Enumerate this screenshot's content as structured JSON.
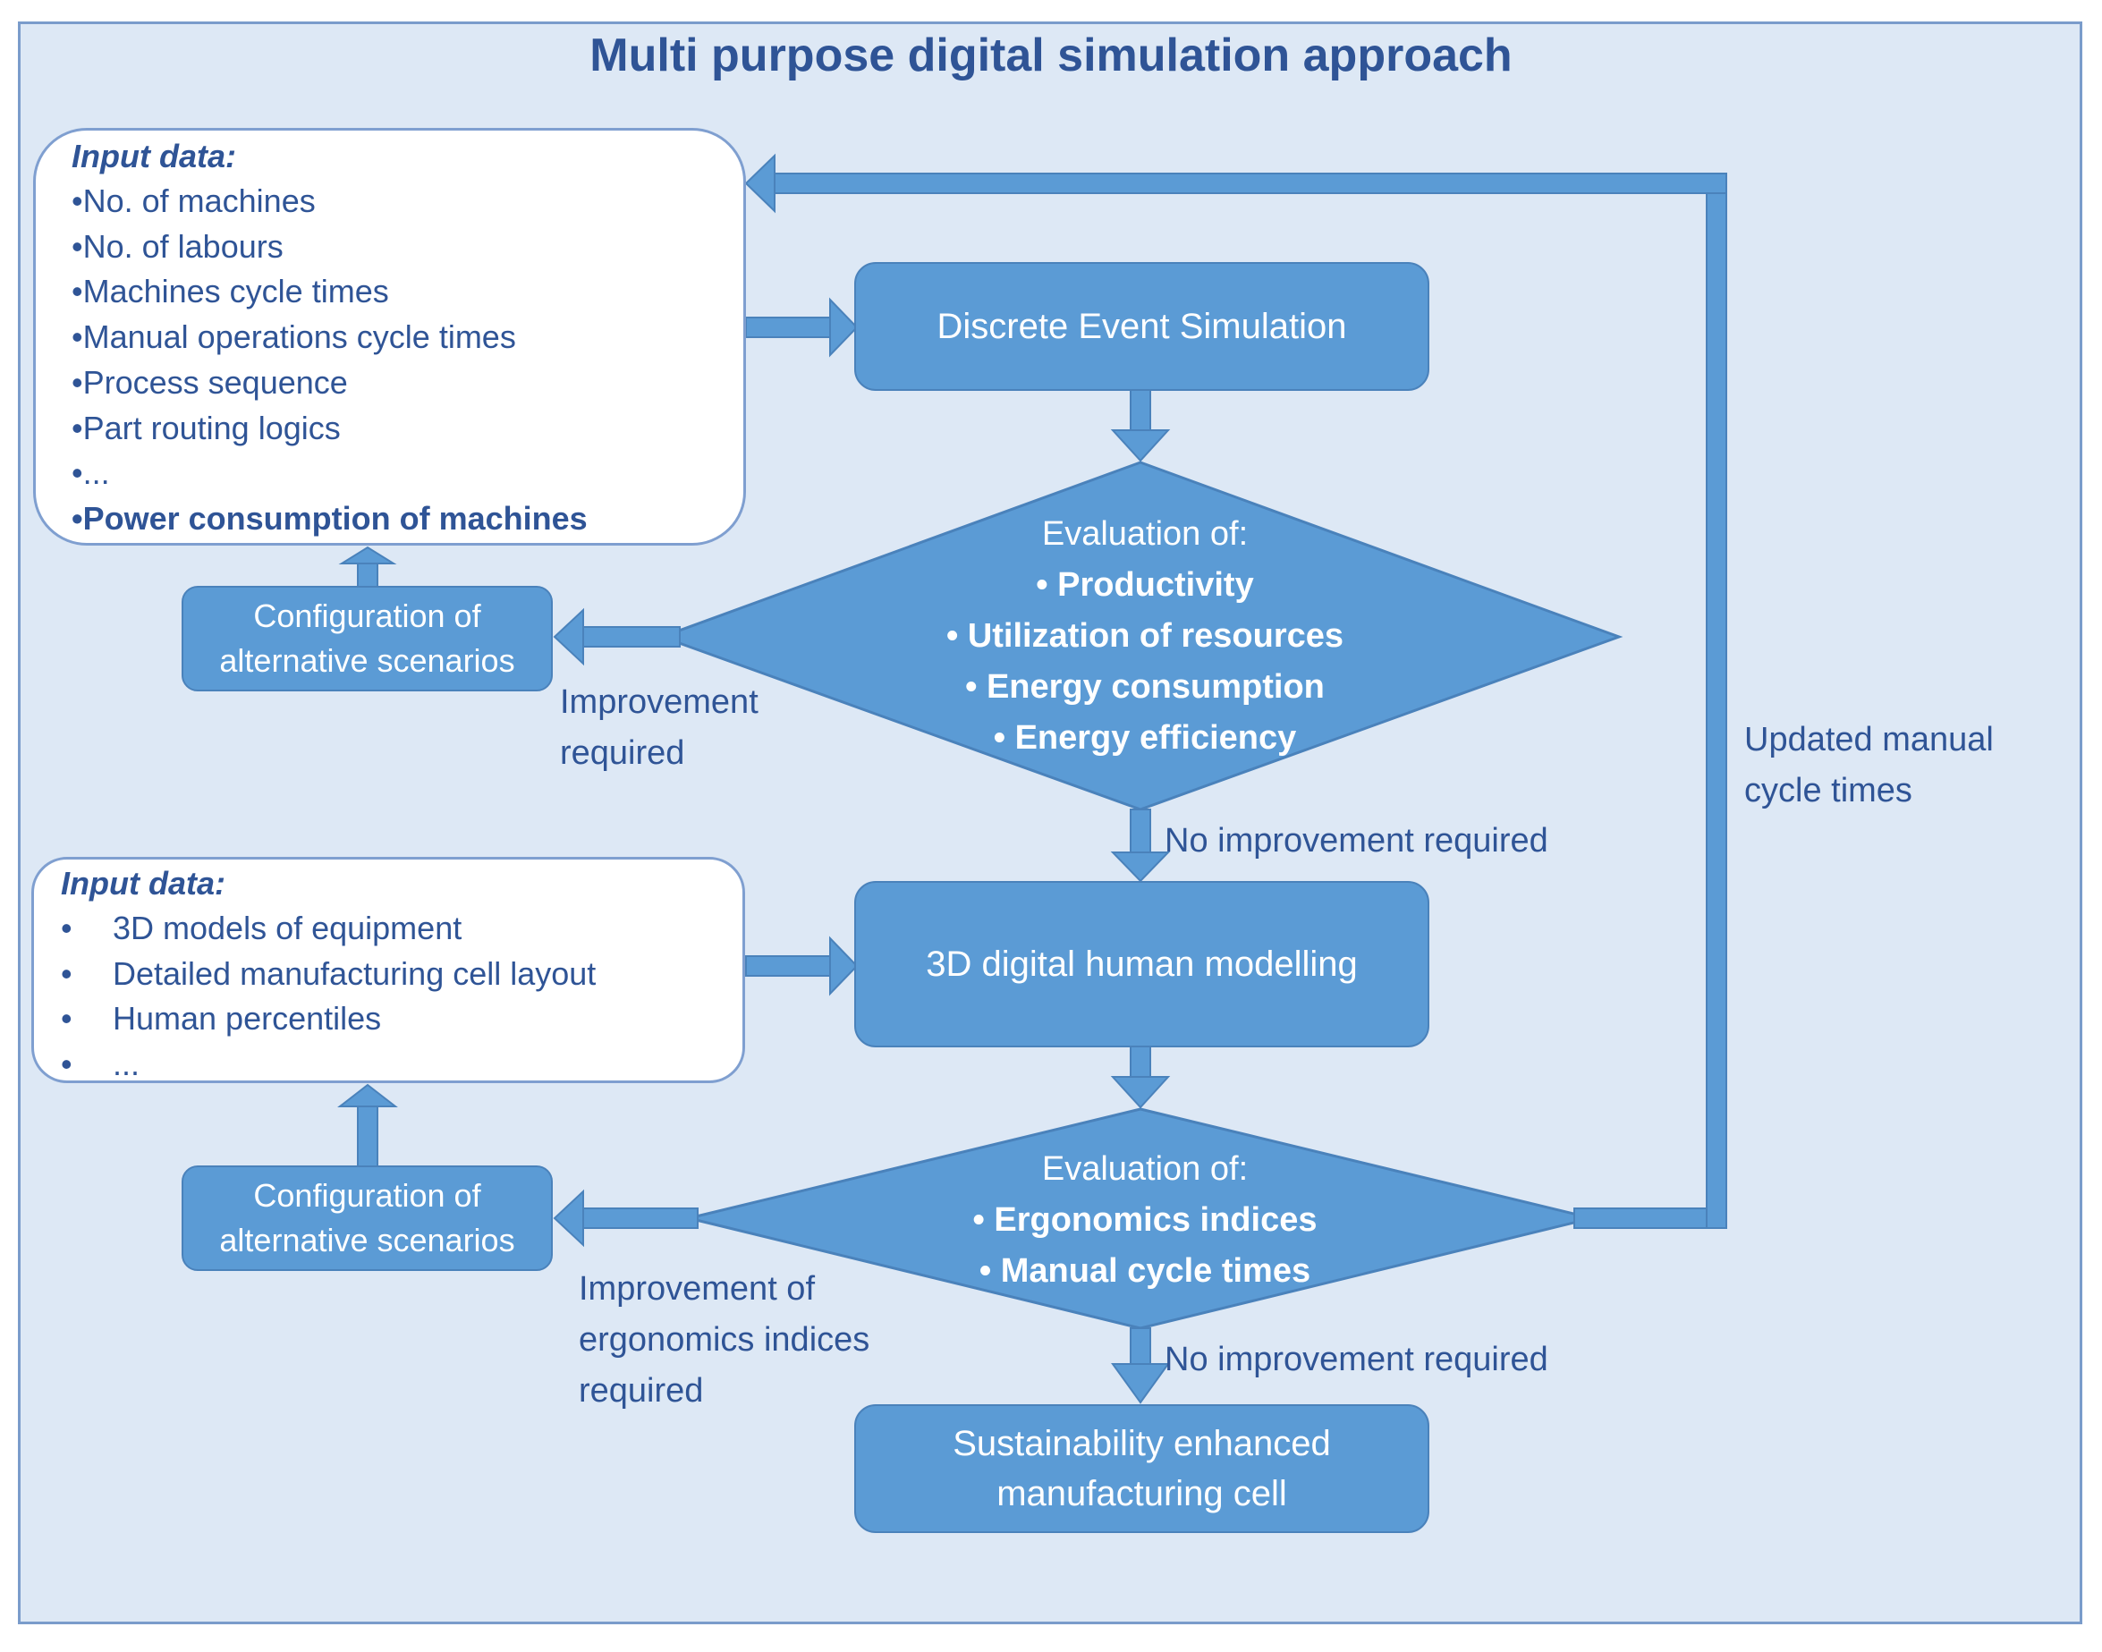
{
  "title": "Multi purpose digital simulation approach",
  "input_box_1": {
    "heading": "Input data:",
    "items": [
      "•No. of machines",
      "•No. of labours",
      "•Machines cycle times",
      "•Manual operations cycle times",
      "•Process sequence",
      "•Part routing logics",
      "•...",
      "•Power consumption of machines"
    ]
  },
  "input_box_2": {
    "heading": "Input data:",
    "bullet": "•",
    "items": [
      "3D models of equipment",
      "Detailed manufacturing cell layout",
      "Human percentiles",
      "..."
    ]
  },
  "process": {
    "des": "Discrete Event Simulation",
    "dhm": "3D digital human modelling",
    "result_line1": "Sustainability enhanced",
    "result_line2": "manufacturing cell"
  },
  "config_1": {
    "line1": "Configuration of",
    "line2": "alternative scenarios"
  },
  "config_2": {
    "line1": "Configuration of",
    "line2": "alternative scenarios"
  },
  "decision_1": {
    "heading": "Evaluation of:",
    "items": [
      "•  Productivity",
      "•  Utilization of resources",
      "•  Energy consumption",
      "•  Energy efficiency"
    ]
  },
  "decision_2": {
    "heading": "Evaluation of:",
    "items": [
      "•  Ergonomics indices",
      "•  Manual cycle times"
    ]
  },
  "labels": {
    "improvement_1_line1": "Improvement",
    "improvement_1_line2": "required",
    "no_improvement_1": "No improvement required",
    "improvement_2_line1": "Improvement of",
    "improvement_2_line2": "ergonomics indices",
    "improvement_2_line3": "required",
    "no_improvement_2": "No improvement required",
    "feedback_line1": "Updated manual",
    "feedback_line2": "cycle times"
  },
  "colors": {
    "background": "#dde8f5",
    "box_fill": "#5b9bd5",
    "text_dark": "#2f5496",
    "white": "#ffffff"
  }
}
